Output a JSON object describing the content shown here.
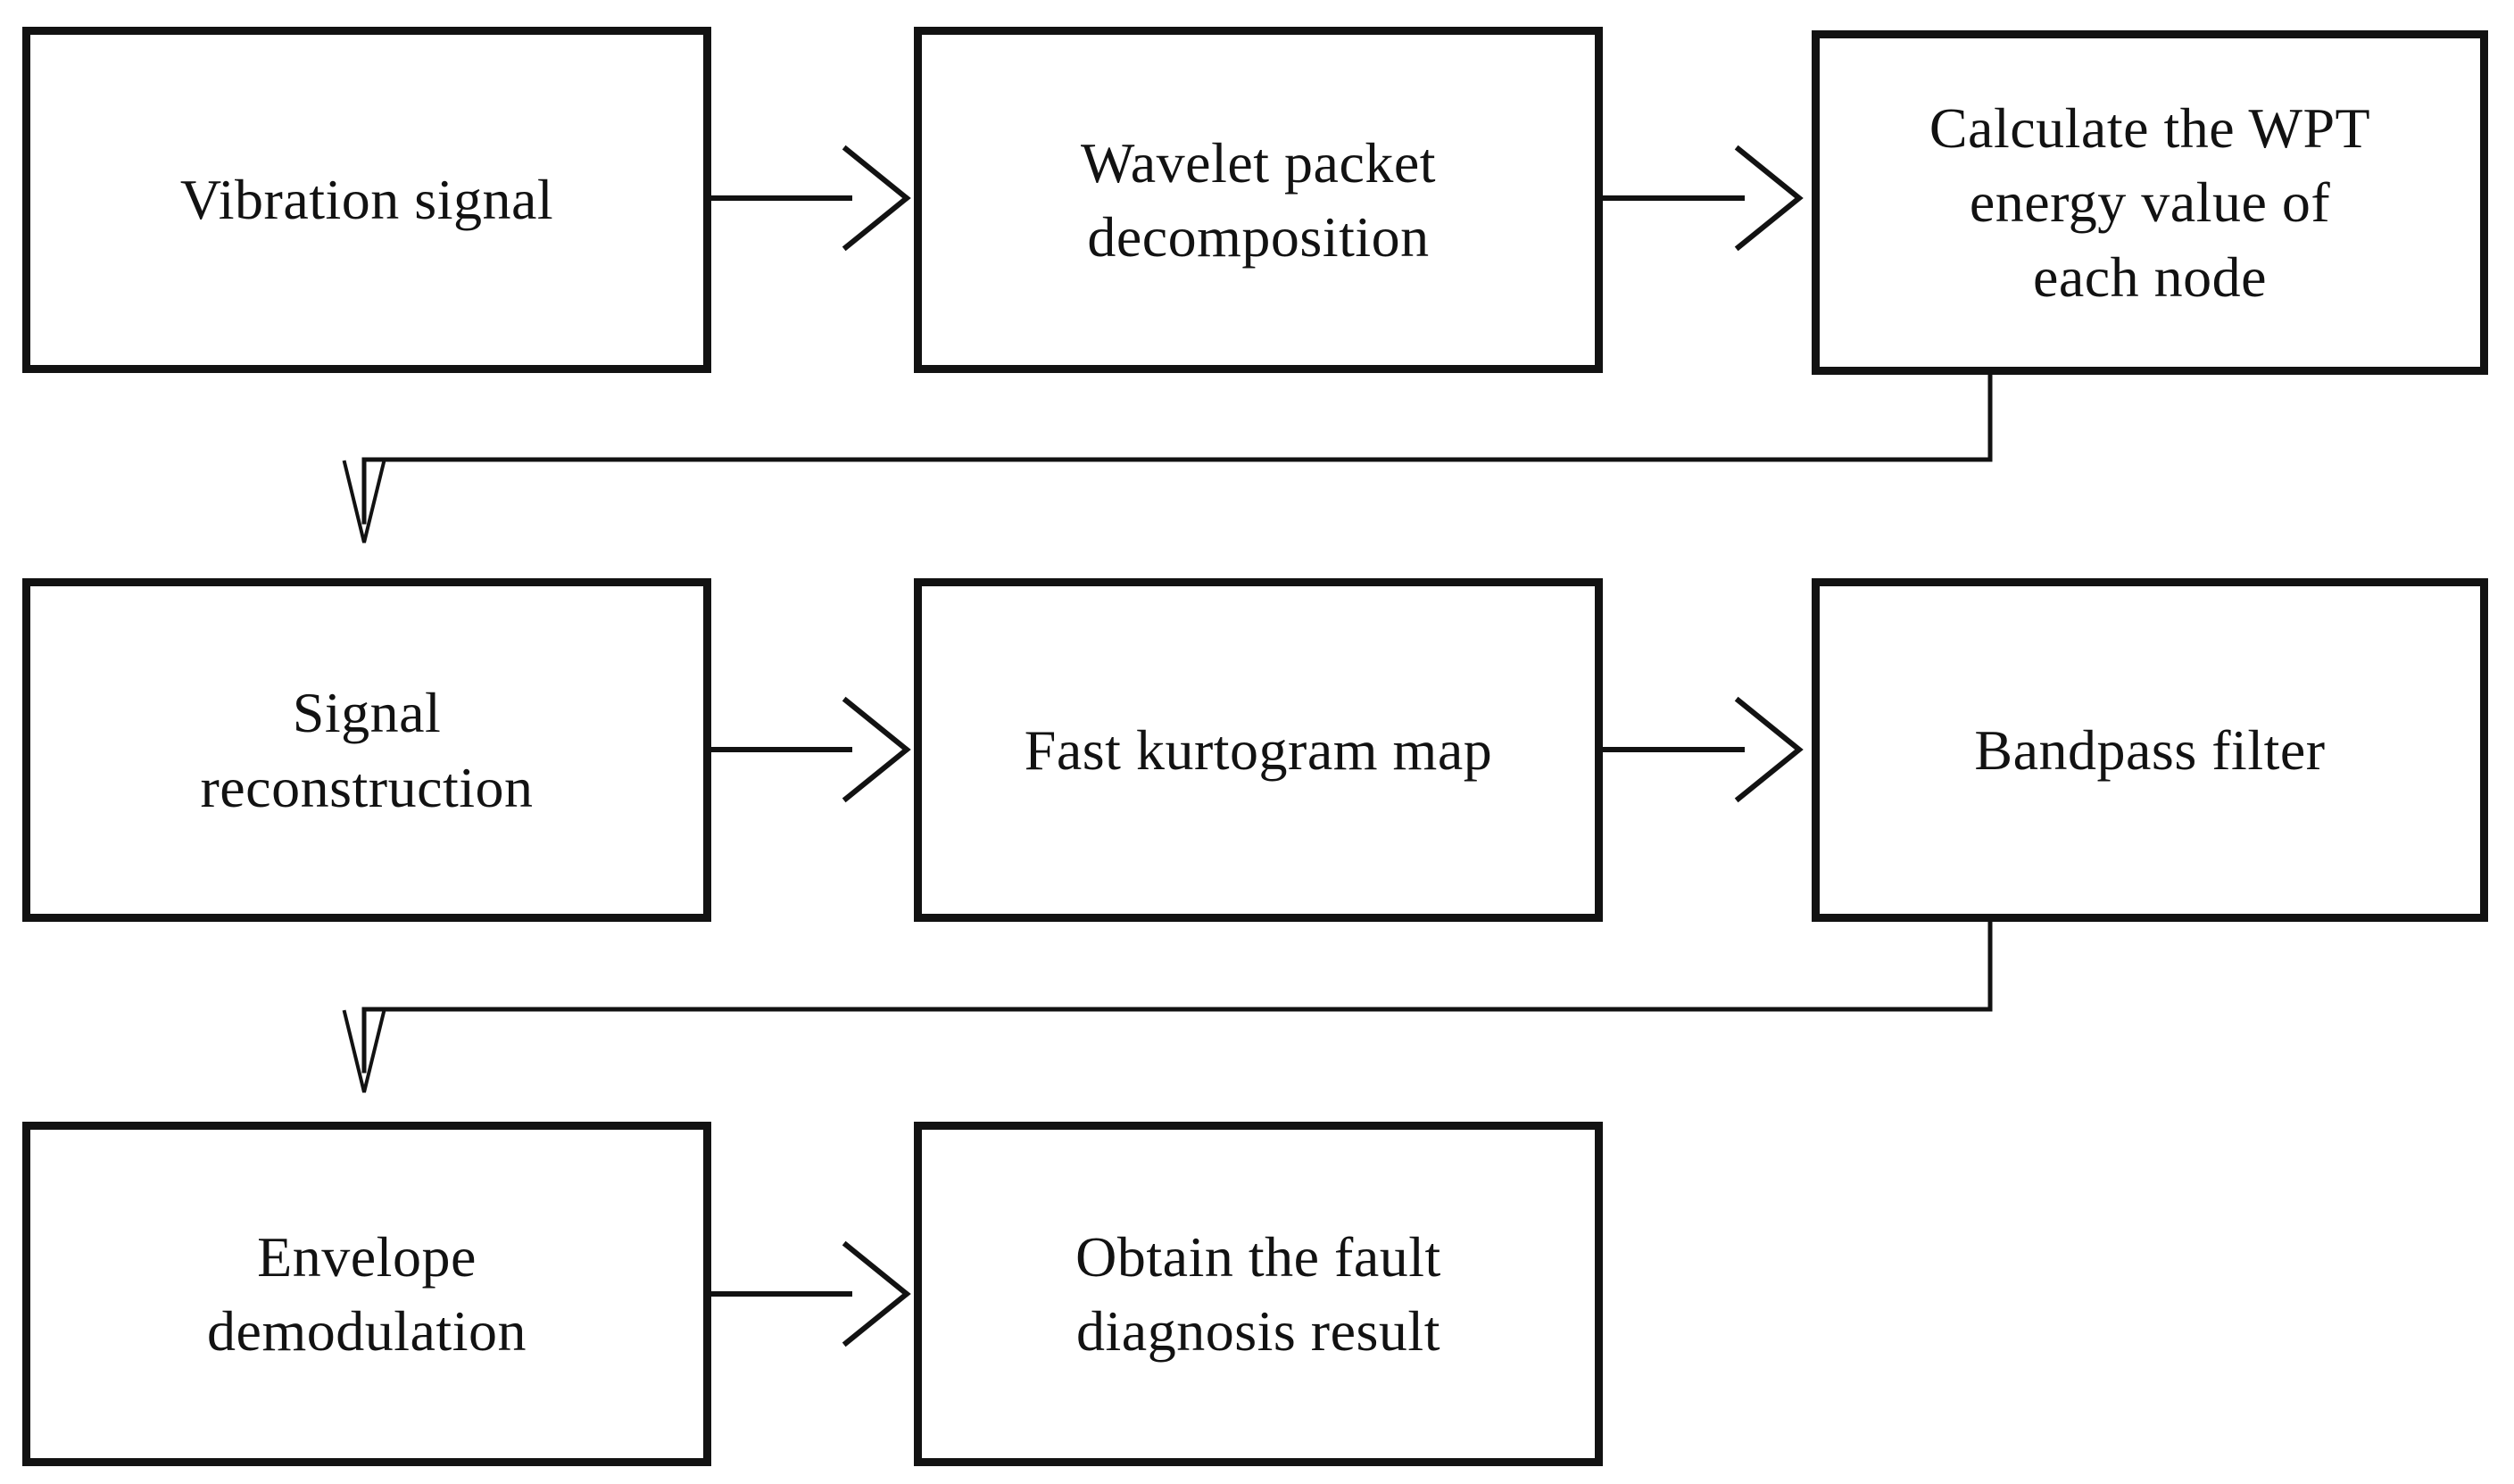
{
  "figure": {
    "type": "flowchart",
    "background_color": "#ffffff",
    "line_color": "#121212",
    "text_color": "#121212",
    "arrow_style": "open-unfilled"
  },
  "nodes": [
    {
      "id": "vibration-signal",
      "label": "Vibration signal"
    },
    {
      "id": "wavelet-packet-decomposition",
      "label": "Wavelet packet\ndecomposition"
    },
    {
      "id": "wpt-energy-value",
      "label": "Calculate the WPT\nenergy value of\neach node"
    },
    {
      "id": "signal-reconstruction",
      "label": "Signal\nreconstruction"
    },
    {
      "id": "fast-kurtogram-map",
      "label": "Fast kurtogram map"
    },
    {
      "id": "bandpass-filter",
      "label": "Bandpass filter"
    },
    {
      "id": "envelope-demodulation",
      "label": "Envelope\ndemodulation"
    },
    {
      "id": "fault-diagnosis-result",
      "label": "Obtain the fault\ndiagnosis result"
    }
  ],
  "edges": [
    {
      "from": "vibration-signal",
      "to": "wavelet-packet-decomposition",
      "shape": "straight"
    },
    {
      "from": "wavelet-packet-decomposition",
      "to": "wpt-energy-value",
      "shape": "straight"
    },
    {
      "from": "wpt-energy-value",
      "to": "signal-reconstruction",
      "shape": "elbow-down-left-down"
    },
    {
      "from": "signal-reconstruction",
      "to": "fast-kurtogram-map",
      "shape": "straight"
    },
    {
      "from": "fast-kurtogram-map",
      "to": "bandpass-filter",
      "shape": "straight"
    },
    {
      "from": "bandpass-filter",
      "to": "envelope-demodulation",
      "shape": "elbow-down-left-down"
    },
    {
      "from": "envelope-demodulation",
      "to": "fault-diagnosis-result",
      "shape": "straight"
    }
  ]
}
